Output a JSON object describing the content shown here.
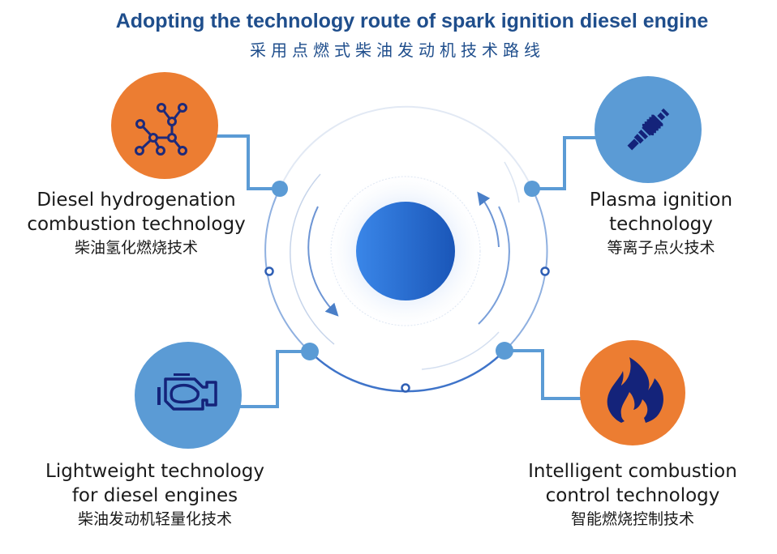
{
  "title": {
    "english": "Adopting the technology route of spark ignition diesel engine",
    "chinese": "采用点燃式柴油发动机技术路线"
  },
  "colors": {
    "title": "#1f4e8c",
    "orange": "#ec7d32",
    "blue_node": "#5b9bd5",
    "icon_dark": "#14237a",
    "connector": "#5b9bd5",
    "core_light": "#3a86e8",
    "core_dark": "#1a56b8"
  },
  "nodes": [
    {
      "id": "hydrogenation",
      "icon": "molecule-icon",
      "color": "orange",
      "label_en_line1": "Diesel hydrogenation",
      "label_en_line2": "combustion technology",
      "label_zh": "柴油氢化燃烧技术"
    },
    {
      "id": "plasma",
      "icon": "spark-plug-icon",
      "color": "blue",
      "label_en_line1": "Plasma ignition",
      "label_en_line2": "technology",
      "label_zh": "等离子点火技术"
    },
    {
      "id": "lightweight",
      "icon": "engine-icon",
      "color": "blue",
      "label_en_line1": "Lightweight technology",
      "label_en_line2": "for diesel engines",
      "label_zh": "柴油发动机轻量化技术"
    },
    {
      "id": "intelligent",
      "icon": "flame-icon",
      "color": "orange",
      "label_en_line1": "Intelligent combustion",
      "label_en_line2": "control technology",
      "label_zh": "智能燃烧控制技术"
    }
  ]
}
